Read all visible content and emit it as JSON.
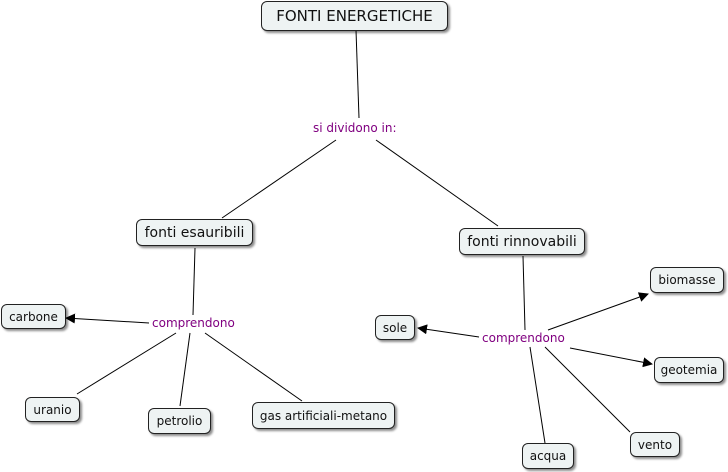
{
  "root": {
    "label": "FONTI ENERGETICHE"
  },
  "root_link": {
    "label": "si dividono in:"
  },
  "left": {
    "label": "fonti esauribili",
    "link": "comprendono",
    "items": [
      "carbone",
      "uranio",
      "petrolio",
      "gas artificiali-metano"
    ]
  },
  "right": {
    "label": "fonti rinnovabili",
    "link": "comprendono",
    "items": [
      "biomasse",
      "sole",
      "geotemia",
      "acqua",
      "vento"
    ]
  },
  "colors": {
    "link_text": "#800080",
    "node_fill": "#eef3f3",
    "node_border": "#222222",
    "line": "#000000"
  }
}
